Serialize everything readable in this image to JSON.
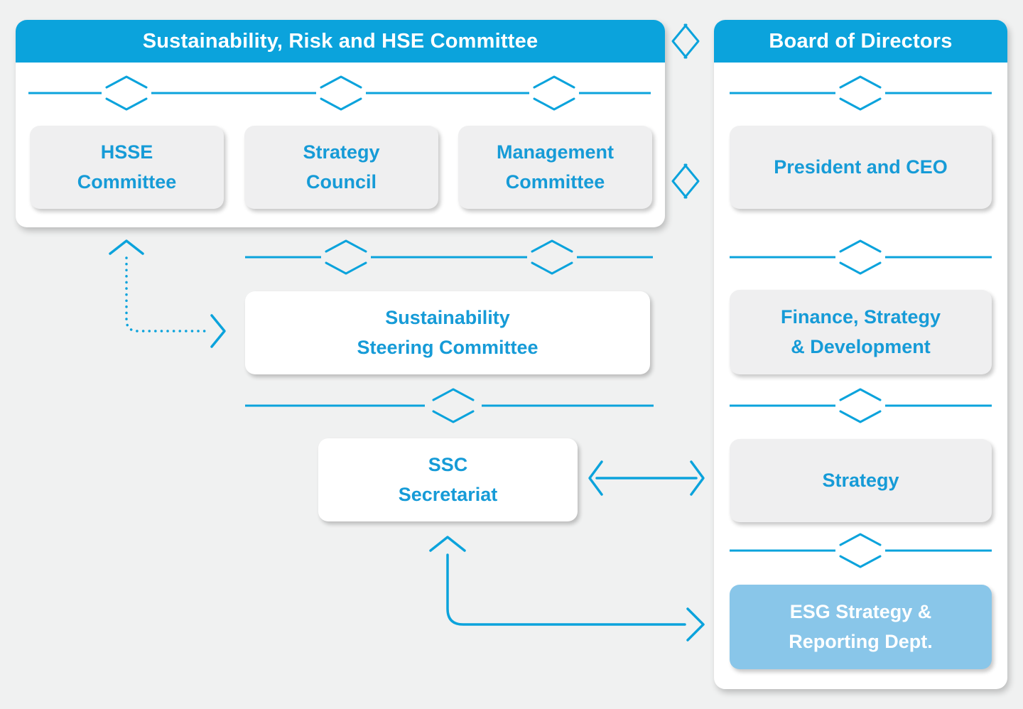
{
  "colors": {
    "accent": "#0ba3dc",
    "header_bg": "#0ba3dc",
    "header_text": "#ffffff",
    "node_text": "#169bd7",
    "node_bg": "#efeff0",
    "esg_bg": "#89c6e9",
    "esg_text": "#ffffff",
    "panel_bg": "#ffffff",
    "page_bg": "#f0f1f1"
  },
  "left_panel": {
    "title": "Sustainability, Risk and HSE Committee",
    "nodes": {
      "hsse": "HSSE\nCommittee",
      "strategy_council": "Strategy\nCouncil",
      "management": "Management\nCommittee"
    }
  },
  "middle": {
    "steering": "Sustainability\nSteering Committee",
    "secretariat": "SSC\nSecretariat"
  },
  "right_panel": {
    "title": "Board of Directors",
    "nodes": {
      "ceo": "President and CEO",
      "finance": "Finance, Strategy\n& Development",
      "strategy": "Strategy",
      "esg": "ESG Strategy &\nReporting Dept."
    }
  }
}
